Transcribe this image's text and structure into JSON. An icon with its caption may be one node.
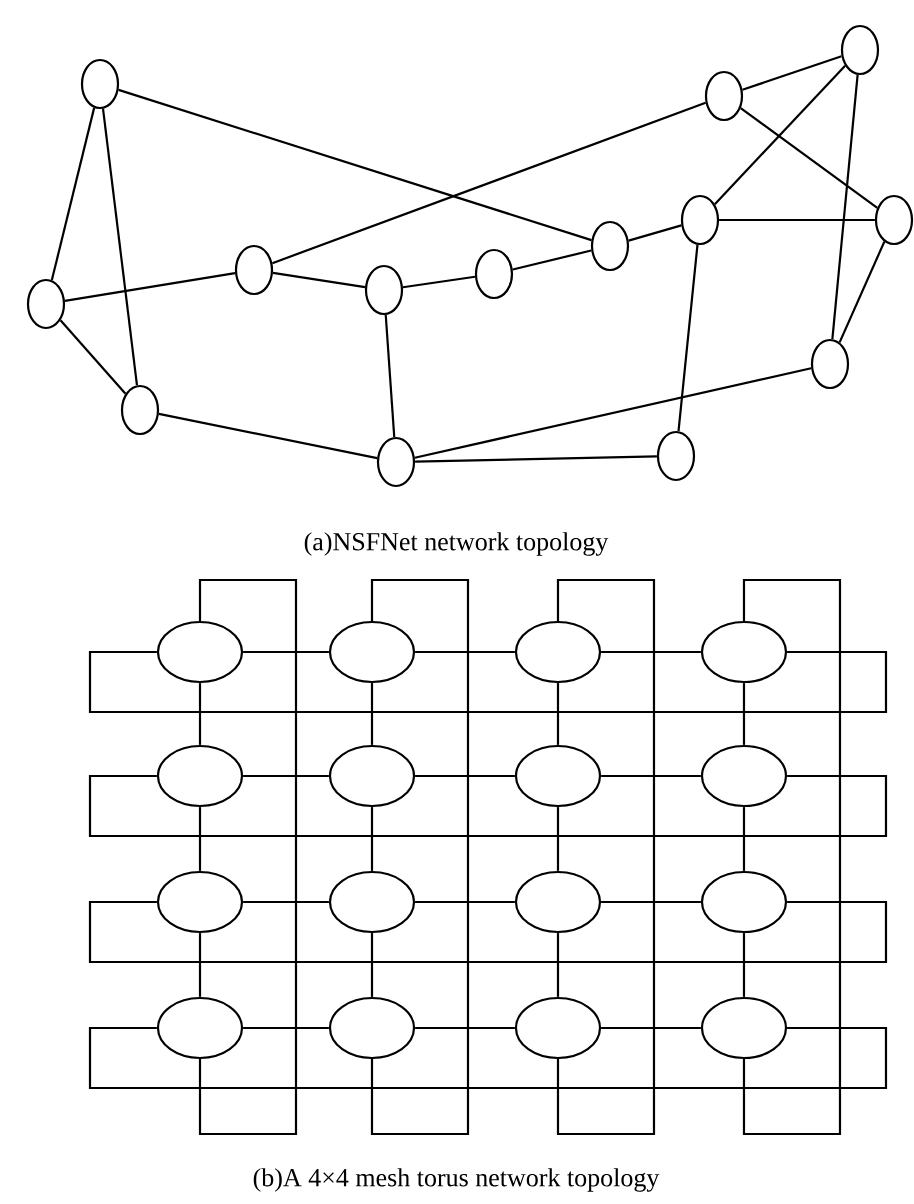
{
  "diagram": {
    "nodes": [
      {
        "text": [],
        "shape": "circle"
      },
      {
        "text": [],
        "shape": "circle"
      },
      {
        "text": [],
        "shape": "circle"
      },
      {
        "text": [],
        "shape": "circle"
      },
      {
        "text": [],
        "shape": "circle"
      },
      {
        "text": [],
        "shape": "circle"
      },
      {
        "text": [],
        "shape": "circle"
      },
      {
        "text": [],
        "shape": "circle"
      },
      {
        "text": [],
        "shape": "circle"
      },
      {
        "text": [],
        "shape": "circle"
      },
      {
        "text": [],
        "shape": "circle"
      },
      {
        "text": [],
        "shape": "circle"
      },
      {
        "text": [],
        "shape": "circle"
      },
      {
        "text": [],
        "shape": "circle"
      },
      {
        "text": [],
        "shape": "circle"
      },
      {
        "text": [],
        "shape": "circle"
      },
      {
        "text": [],
        "shape": "circle"
      },
      {
        "text": [],
        "shape": "circle"
      },
      {
        "text": [],
        "shape": "circle"
      },
      {
        "text": [],
        "shape": "circle"
      },
      {
        "text": [],
        "shape": "circle"
      },
      {
        "text": [],
        "shape": "circle"
      },
      {
        "text": [],
        "shape": "circle"
      },
      {
        "text": [],
        "shape": "circle"
      },
      {
        "text": [],
        "shape": "circle"
      },
      {
        "text": [],
        "shape": "circle"
      },
      {
        "text": [],
        "shape": "circle"
      },
      {
        "text": [],
        "shape": "circle"
      },
      {
        "text": [],
        "shape": "circle"
      },
      {
        "text": [],
        "shape": "circle"
      }
    ],
    "edges": [
      {
        "from": 0,
        "to": 1,
        "arrow": "none"
      },
      {
        "from": 0,
        "to": 2,
        "arrow": "none"
      },
      {
        "from": 0,
        "to": 6,
        "arrow": "none"
      },
      {
        "from": 1,
        "to": 2,
        "arrow": "none"
      },
      {
        "from": 1,
        "to": 3,
        "arrow": "none"
      },
      {
        "from": 3,
        "to": 4,
        "arrow": "none"
      },
      {
        "from": 3,
        "to": 8,
        "arrow": "none"
      },
      {
        "from": 4,
        "to": 5,
        "arrow": "none"
      },
      {
        "from": 5,
        "to": 6,
        "arrow": "none"
      },
      {
        "from": 6,
        "to": 7,
        "arrow": "none"
      },
      {
        "from": 4,
        "to": 13,
        "arrow": "none"
      },
      {
        "from": 2,
        "to": 13,
        "arrow": "none"
      },
      {
        "from": 13,
        "to": 12,
        "arrow": "none"
      },
      {
        "from": 13,
        "to": 11,
        "arrow": "none"
      },
      {
        "from": 7,
        "to": 12,
        "arrow": "none"
      },
      {
        "from": 7,
        "to": 10,
        "arrow": "none"
      },
      {
        "from": 7,
        "to": 9,
        "arrow": "none"
      },
      {
        "from": 8,
        "to": 9,
        "arrow": "none"
      },
      {
        "from": 8,
        "to": 10,
        "arrow": "none"
      },
      {
        "from": 9,
        "to": 11,
        "arrow": "none"
      },
      {
        "from": 10,
        "to": 11,
        "arrow": "none"
      },
      {
        "from": 14,
        "to": 15,
        "arrow": "none"
      },
      {
        "from": 15,
        "to": 16,
        "arrow": "none"
      },
      {
        "from": 16,
        "to": 17,
        "arrow": "none"
      },
      {
        "from": 17,
        "to": 14,
        "arrow": "none"
      },
      {
        "from": 18,
        "to": 19,
        "arrow": "none"
      },
      {
        "from": 19,
        "to": 20,
        "arrow": "none"
      },
      {
        "from": 20,
        "to": 21,
        "arrow": "none"
      },
      {
        "from": 21,
        "to": 18,
        "arrow": "none"
      },
      {
        "from": 22,
        "to": 23,
        "arrow": "none"
      },
      {
        "from": 23,
        "to": 24,
        "arrow": "none"
      },
      {
        "from": 24,
        "to": 25,
        "arrow": "none"
      },
      {
        "from": 25,
        "to": 22,
        "arrow": "none"
      },
      {
        "from": 26,
        "to": 27,
        "arrow": "none"
      },
      {
        "from": 27,
        "to": 28,
        "arrow": "none"
      },
      {
        "from": 28,
        "to": 29,
        "arrow": "none"
      },
      {
        "from": 29,
        "to": 26,
        "arrow": "none"
      },
      {
        "from": 14,
        "to": 18,
        "arrow": "none"
      },
      {
        "from": 18,
        "to": 22,
        "arrow": "none"
      },
      {
        "from": 22,
        "to": 26,
        "arrow": "none"
      },
      {
        "from": 26,
        "to": 14,
        "arrow": "none"
      },
      {
        "from": 15,
        "to": 19,
        "arrow": "none"
      },
      {
        "from": 19,
        "to": 23,
        "arrow": "none"
      },
      {
        "from": 23,
        "to": 27,
        "arrow": "none"
      },
      {
        "from": 27,
        "to": 15,
        "arrow": "none"
      },
      {
        "from": 16,
        "to": 20,
        "arrow": "none"
      },
      {
        "from": 20,
        "to": 24,
        "arrow": "none"
      },
      {
        "from": 24,
        "to": 28,
        "arrow": "none"
      },
      {
        "from": 28,
        "to": 16,
        "arrow": "none"
      },
      {
        "from": 17,
        "to": 21,
        "arrow": "none"
      },
      {
        "from": 21,
        "to": 25,
        "arrow": "none"
      },
      {
        "from": 25,
        "to": 29,
        "arrow": "none"
      },
      {
        "from": 29,
        "to": 17,
        "arrow": "none"
      }
    ],
    "labels": [
      "(a)NSFNet network topology",
      "(b)A 4×4 mesh torus network topology"
    ]
  }
}
